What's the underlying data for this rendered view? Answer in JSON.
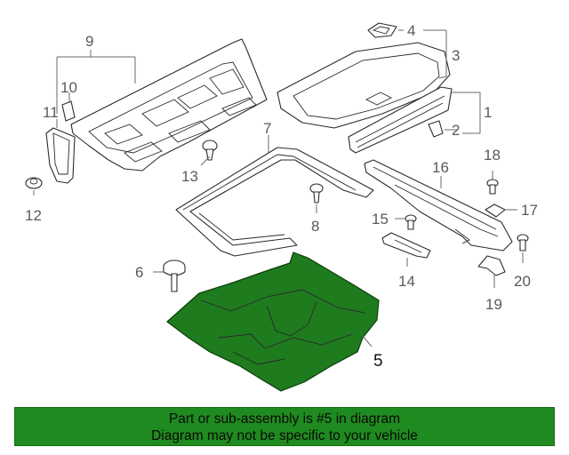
{
  "diagram": {
    "callouts": [
      "1",
      "2",
      "3",
      "4",
      "5",
      "6",
      "7",
      "8",
      "9",
      "10",
      "11",
      "12",
      "13",
      "14",
      "15",
      "16",
      "17",
      "18",
      "19",
      "20"
    ],
    "highlighted_part": "5",
    "highlight_color": "#1e7b1e",
    "line_color": "#2b2b2b"
  },
  "banner": {
    "line1": "Part or sub-assembly is #5 in diagram",
    "line2": "Diagram may not be specific to your vehicle",
    "background": "#1f8a1f"
  }
}
